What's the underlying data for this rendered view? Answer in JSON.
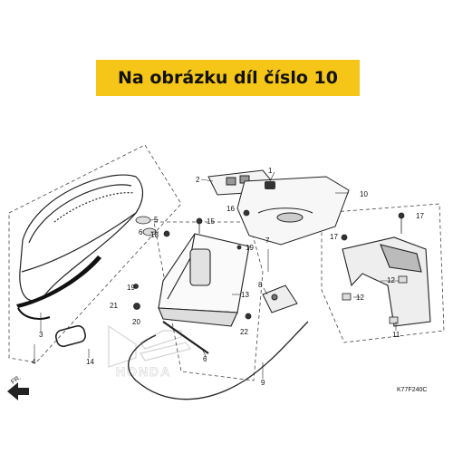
{
  "banner": {
    "text": "Na obrázku díl číslo 10",
    "color": "#f5c518"
  },
  "direction_marker": "FR.",
  "reference_code": "K77F240C",
  "watermark_brand": "HONDA",
  "callouts": [
    "1",
    "2",
    "3",
    "4",
    "5",
    "6",
    "6",
    "7",
    "8",
    "9",
    "10",
    "11",
    "12",
    "12",
    "13",
    "14",
    "15",
    "16",
    "17",
    "17",
    "18",
    "19",
    "19",
    "20",
    "21",
    "22"
  ],
  "parts": [
    "seat",
    "seat-gasket",
    "rear-center-cover",
    "fuel-fill-cover",
    "luggage-box",
    "seat-lock-cable",
    "seat-lock",
    "rear-grip",
    "tool-tray-lid",
    "bolts",
    "cushions"
  ]
}
